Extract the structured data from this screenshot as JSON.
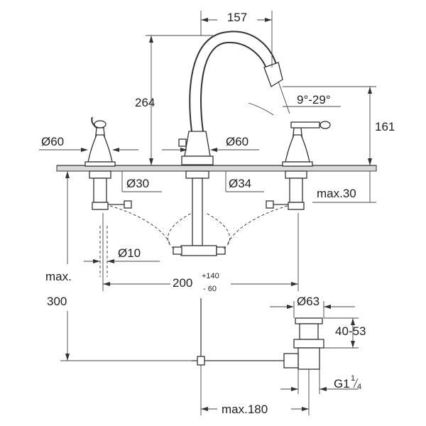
{
  "dimensions": {
    "spout_reach": "157",
    "spout_height": "264",
    "spout_angle": "9°-29°",
    "outlet_height": "161",
    "handle_base_left": "Ø60",
    "spout_base": "Ø60",
    "hole_handle": "Ø30",
    "hole_spout": "Ø34",
    "deck_thickness": "max.30",
    "hose": "Ø10",
    "spacing_main": "200",
    "spacing_plus": "+140",
    "spacing_minus": "- 60",
    "max_label": "max.",
    "max_value": "300",
    "waste_diameter": "Ø63",
    "waste_range": "40-53",
    "thread_main": "G1",
    "thread_num": "1",
    "thread_den": "4",
    "rod_reach": "max.180"
  }
}
